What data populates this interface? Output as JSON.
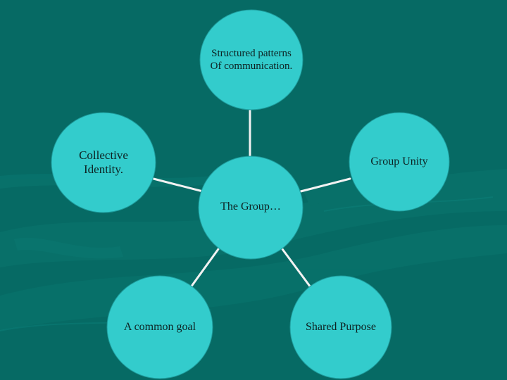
{
  "colors": {
    "background": "#066A64",
    "background_texture": "#0B7A73",
    "circle_fill": "#33CCCC",
    "circle_border": "#1E9C9C",
    "connector": "#F2F2F2",
    "text": "#0D2222"
  },
  "diagram": {
    "center": {
      "label": "The Group…"
    },
    "nodes": {
      "top": {
        "label": "Structured patterns\nOf communication."
      },
      "left": {
        "label": "Collective\nIdentity."
      },
      "right": {
        "label": "Group Unity"
      },
      "bottom_left": {
        "label": "A common goal"
      },
      "bottom_right": {
        "label": "Shared Purpose"
      }
    }
  }
}
